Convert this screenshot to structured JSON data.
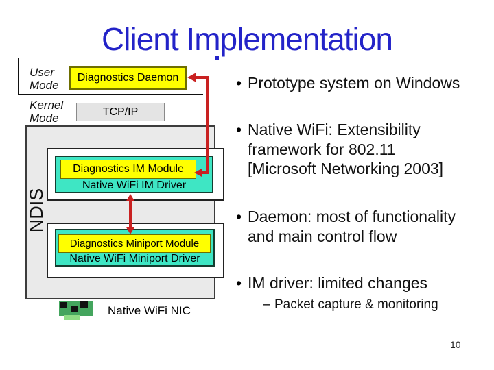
{
  "title": "Client Implementation",
  "page_number": "10",
  "diagram": {
    "user_mode_label": "User\nMode",
    "kernel_mode_label": "Kernel\nMode",
    "daemon_label": "Diagnostics Daemon",
    "tcpip_label": "TCP/IP",
    "ndis_label": "NDIS",
    "im_module_label": "Diagnostics IM Module",
    "im_driver_label": "Native WiFi IM Driver",
    "miniport_module_label": "Diagnostics Miniport Module",
    "miniport_driver_label": "Native WiFi Miniport Driver",
    "nic_label": "Native WiFi NIC"
  },
  "bullets": [
    {
      "marker": "•",
      "lines": [
        "Prototype system on Windows"
      ]
    },
    {
      "marker": "•",
      "lines": [
        "Native WiFi: Extensibility",
        "framework for 802.11",
        "[Microsoft Networking 2003]"
      ]
    },
    {
      "marker": "•",
      "lines": [
        "Daemon: most of functionality",
        "and main control flow"
      ]
    },
    {
      "marker": "•",
      "lines": [
        "IM driver: limited changes"
      ]
    }
  ],
  "sub_bullet": {
    "marker": "–",
    "text": "Packet capture & monitoring"
  },
  "colors": {
    "title_blue": "#2323C8",
    "box_yellow": "#FFFF00",
    "driver_cyan": "#3EE6C4",
    "ndis_gray": "#EAEAEA",
    "arrow_red": "#C92121",
    "nic_green": "#44A55E",
    "nic_tab_green": "#8EDC84"
  }
}
